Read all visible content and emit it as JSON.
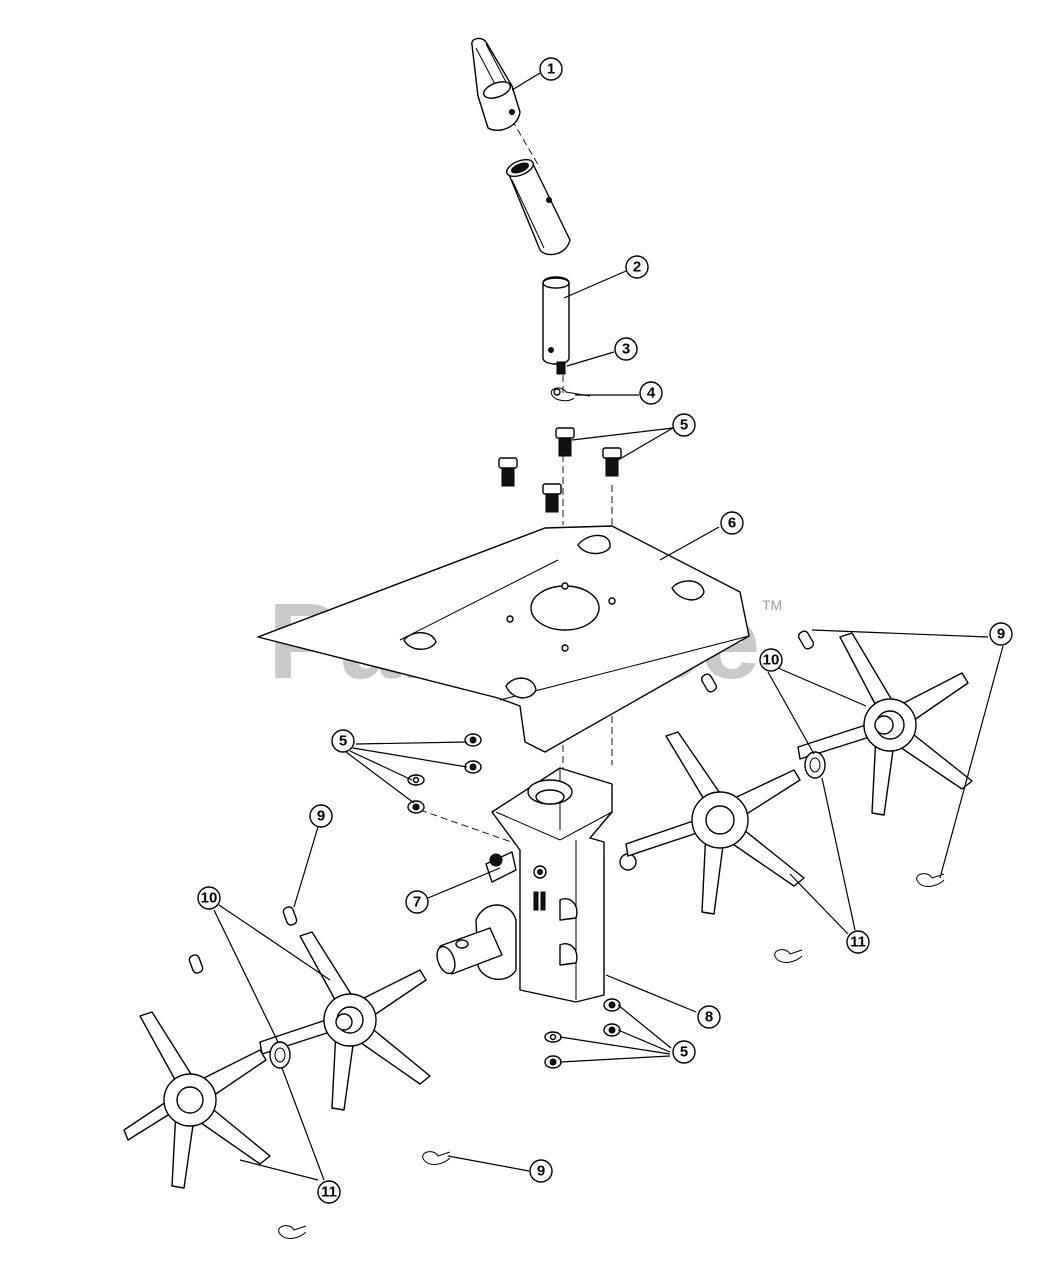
{
  "watermark": {
    "text": "PartsTree",
    "tm": "TM"
  },
  "callouts": [
    "1",
    "2",
    "3",
    "4",
    "5",
    "6",
    "7",
    "8",
    "9",
    "10",
    "11"
  ],
  "colors": {
    "line": "#000000",
    "watermark": "#c9c9c9",
    "background": "#ffffff"
  }
}
